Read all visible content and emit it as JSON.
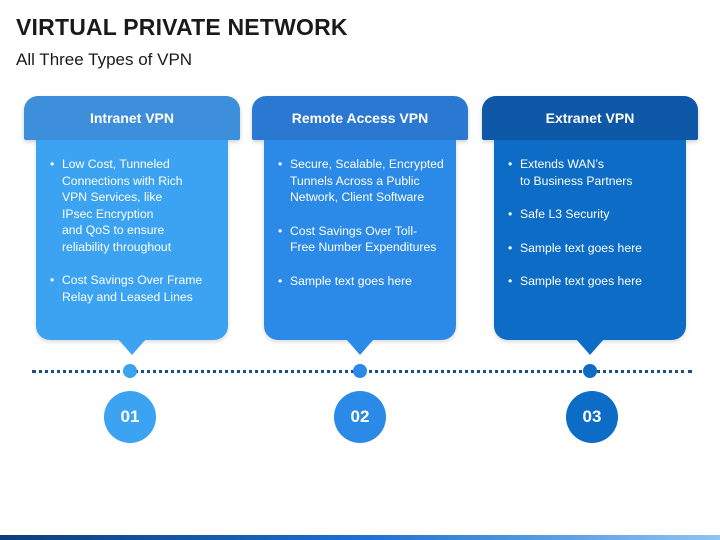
{
  "header": {
    "title": "VIRTUAL PRIVATE NETWORK",
    "subtitle": "All Three Types of VPN"
  },
  "cards": [
    {
      "title": "Intranet VPN",
      "bullets": [
        "Low Cost, Tunneled\nConnections with Rich\nVPN Services, like\nIPsec Encryption\nand QoS to ensure\nreliability throughout",
        "Cost Savings Over Frame\nRelay and Leased Lines"
      ],
      "number": "01"
    },
    {
      "title": "Remote Access VPN",
      "bullets": [
        "Secure, Scalable, Encrypted\nTunnels Across a Public\nNetwork, Client Software",
        "Cost Savings Over Toll-\nFree Number Expenditures",
        "Sample text goes here"
      ],
      "number": "02"
    },
    {
      "title": "Extranet VPN",
      "bullets": [
        "Extends WAN’s\nto Business Partners",
        "Safe L3 Security",
        "Sample text goes here",
        "Sample text goes here"
      ],
      "number": "03"
    }
  ],
  "colors": {
    "light_blue": "#3ba3f2",
    "mid_blue": "#2b8ae8",
    "dark_blue": "#0d6cc6",
    "timeline": "#1b4f8c"
  }
}
